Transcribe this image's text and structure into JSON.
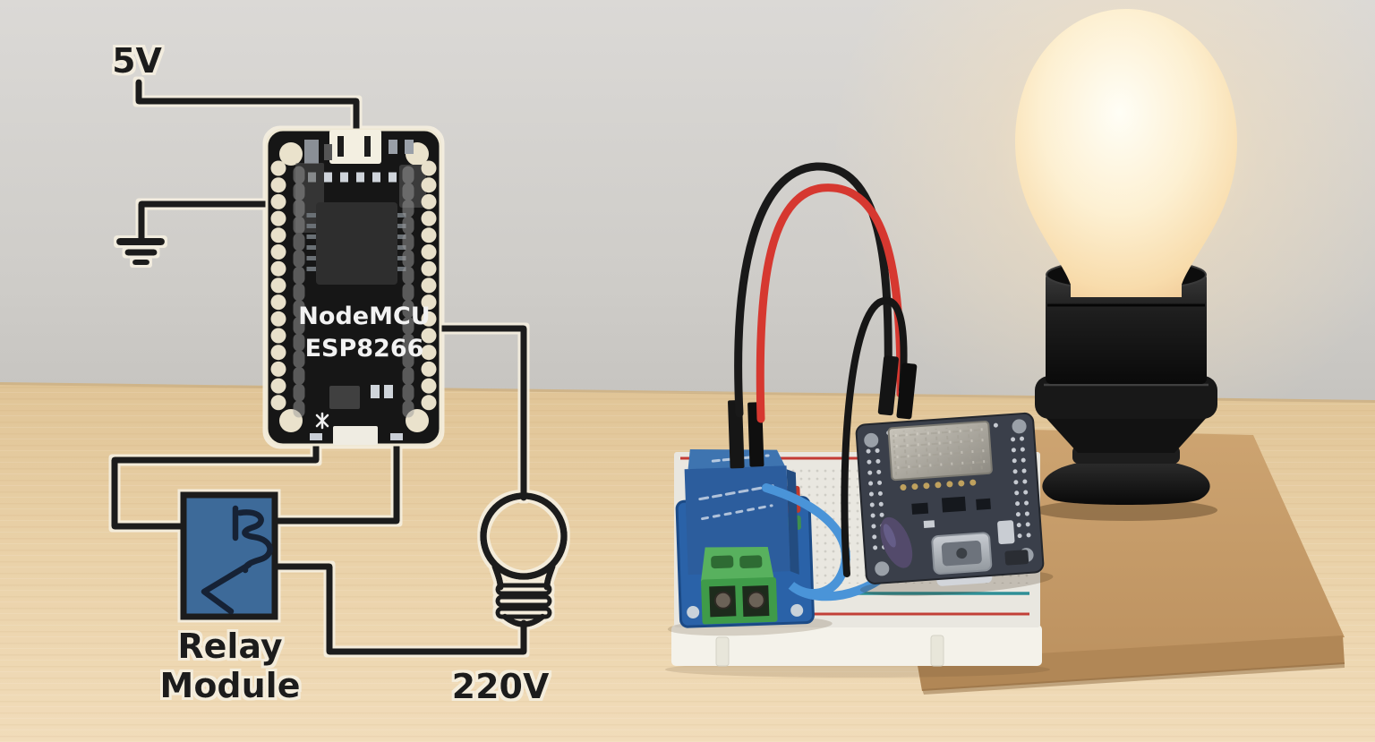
{
  "diagram": {
    "labels": {
      "supply": "5V",
      "board_line1": "NodeMCU",
      "board_line2": "ESP8266",
      "relay_line1": "Relay",
      "relay_line2": "Module",
      "mains": "220V"
    },
    "colors": {
      "wire": "#1b1b1b",
      "board": "#191919",
      "relay_box": "#3c6a99",
      "halo": "#f5efe0",
      "label_text": "#1a1a1a",
      "board_text": "#f2f2f2"
    },
    "icons": {
      "ground": "ground-symbol-icon",
      "bulb": "light-bulb-icon",
      "relay": "relay-contact-icon",
      "usb": "usb-connector-icon"
    }
  },
  "photo": {
    "components": {
      "relay_module": "relay-module",
      "breadboard": "breadboard",
      "dev_board": "esp-dev-board",
      "bulb": "glowing-light-bulb",
      "socket": "lamp-socket",
      "base_board": "mdf-base-board"
    },
    "colors": {
      "wall": "#cfcdc9",
      "desk": "#ead2a9",
      "mdf": "#c59c68",
      "relay_pcb": "#2a62a8",
      "relay_cube": "#2c5d9d",
      "terminal_green": "#3f9b49",
      "breadboard_body": "#e9e7e0",
      "rail_red": "#c43b35",
      "rail_teal": "#2f8f96",
      "dev_pcb": "#3a3f4a",
      "shield_silver": "#b5b1a8",
      "wire_red": "#d63830",
      "wire_black": "#191919",
      "wire_blue": "#4a94d8",
      "socket_black": "#141414",
      "bulb_glow_center": "#fffdf2",
      "bulb_glow_edge": "#f2c28e"
    }
  }
}
